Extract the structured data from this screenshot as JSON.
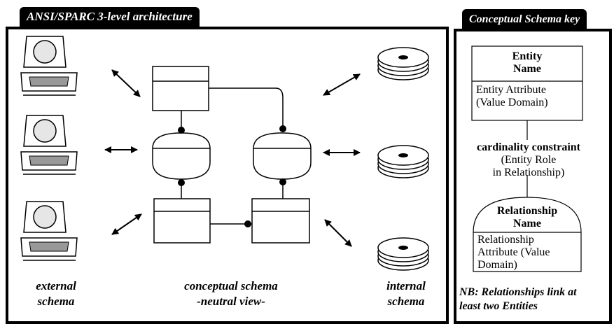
{
  "left_panel": {
    "title": "ANSI/SPARC 3-level architecture",
    "labels": {
      "external_schema": [
        "external",
        "schema"
      ],
      "conceptual_schema": [
        "conceptual schema",
        "-neutral view-"
      ],
      "internal_schema": [
        "internal",
        "schema"
      ]
    }
  },
  "right_panel": {
    "title": "Conceptual Schema key",
    "entity": {
      "name": [
        "Entity",
        "Name"
      ],
      "attribute": [
        "Entity Attribute",
        "(Value Domain)"
      ]
    },
    "cardinality": {
      "title": "cardinality constraint",
      "detail": [
        "(Entity Role",
        "in Relationship)"
      ]
    },
    "relationship": {
      "name": [
        "Relationship",
        "Name"
      ],
      "attribute": [
        "Relationship",
        "Attribute (Value",
        "Domain)"
      ]
    },
    "note": [
      "NB: Relationships link at",
      "least two Entities"
    ]
  }
}
